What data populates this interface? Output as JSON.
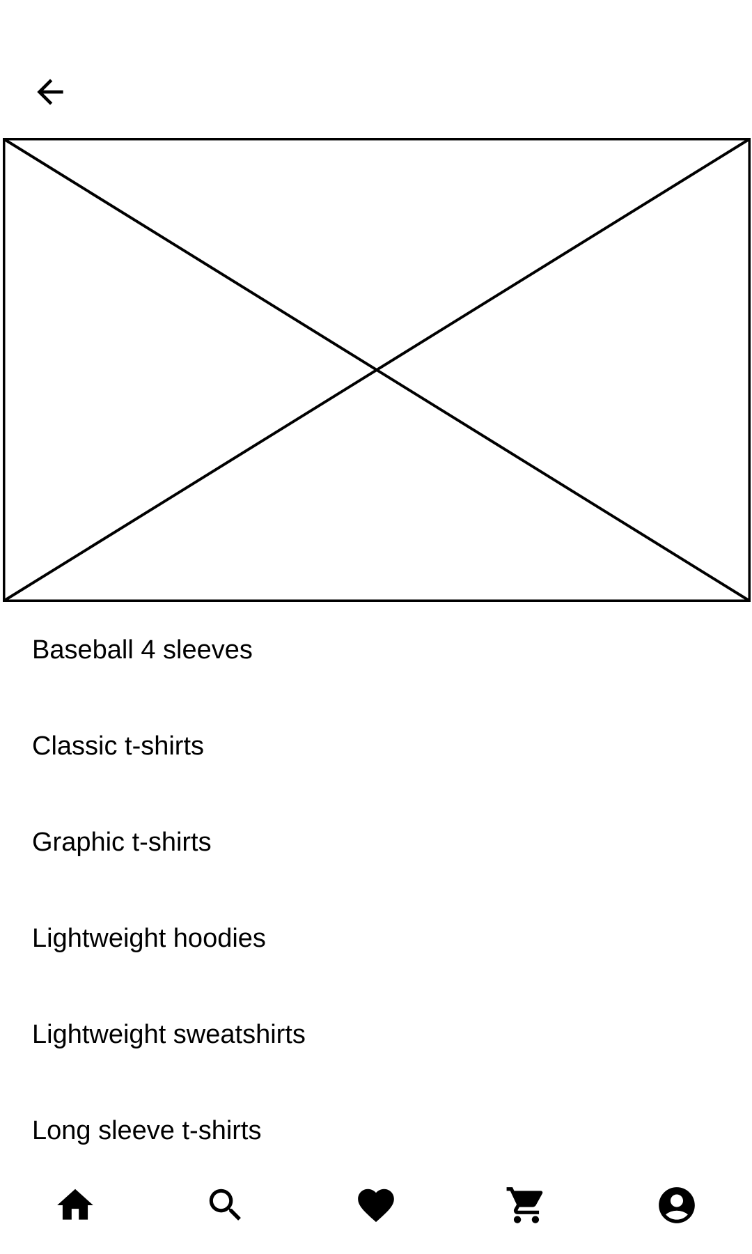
{
  "header": {
    "back_icon": "arrow-back-icon"
  },
  "hero": {
    "kind": "image-placeholder"
  },
  "categories": [
    {
      "label": "Baseball 4 sleeves"
    },
    {
      "label": "Classic t-shirts"
    },
    {
      "label": "Graphic t-shirts"
    },
    {
      "label": "Lightweight hoodies"
    },
    {
      "label": "Lightweight sweatshirts"
    },
    {
      "label": "Long sleeve t-shirts"
    }
  ],
  "bottom_nav": {
    "items": [
      {
        "icon": "home-icon"
      },
      {
        "icon": "search-icon"
      },
      {
        "icon": "heart-icon"
      },
      {
        "icon": "cart-icon"
      },
      {
        "icon": "account-icon"
      }
    ]
  },
  "colors": {
    "background": "#ffffff",
    "foreground": "#000000"
  }
}
